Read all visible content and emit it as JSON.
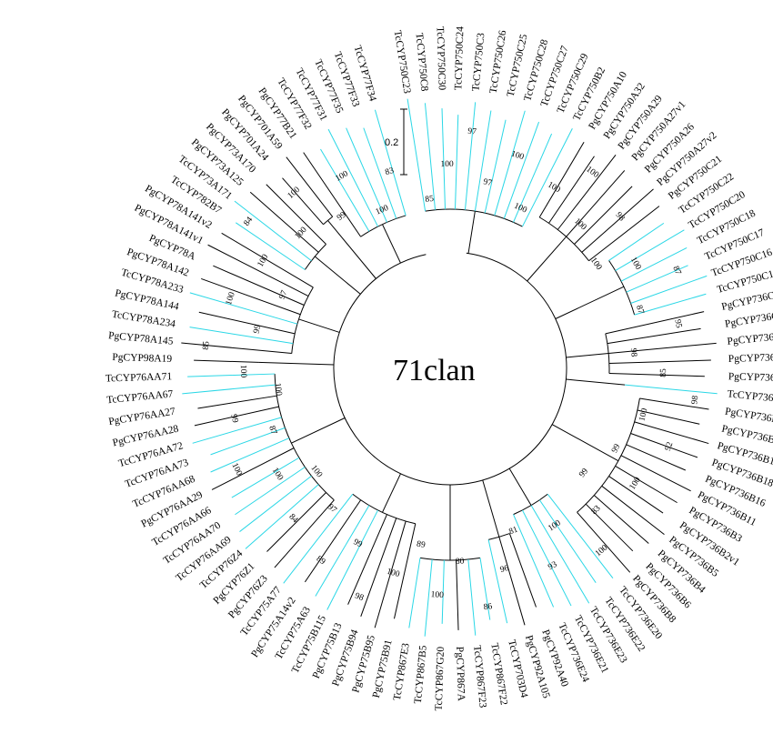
{
  "title": "71clan",
  "scale_bar": {
    "label": "0.2"
  },
  "colors": {
    "tc_branch": "#2ad7e6",
    "pg_branch": "#000000",
    "text": "#000000"
  },
  "leaves": [
    {
      "label": "TcCYP750C23",
      "color": "tc"
    },
    {
      "label": "TcCYP750C8",
      "color": "tc"
    },
    {
      "label": "TcCYP750C30",
      "color": "tc"
    },
    {
      "label": "TcCYP750C24",
      "color": "tc"
    },
    {
      "label": "TcCYP750C3",
      "color": "tc"
    },
    {
      "label": "TcCYP750C26",
      "color": "tc"
    },
    {
      "label": "TcCYP750C25",
      "color": "tc"
    },
    {
      "label": "TcCYP750C28",
      "color": "tc"
    },
    {
      "label": "TcCYP750C27",
      "color": "tc"
    },
    {
      "label": "TcCYP750C29",
      "color": "tc"
    },
    {
      "label": "TcCYP750B2",
      "color": "tc"
    },
    {
      "label": "PgCYP750A10",
      "color": "pg"
    },
    {
      "label": "PgCYP750A32",
      "color": "pg"
    },
    {
      "label": "PgCYP750A29",
      "color": "pg"
    },
    {
      "label": "PgCYP750A27v1",
      "color": "pg"
    },
    {
      "label": "PgCYP750A26",
      "color": "pg"
    },
    {
      "label": "PgCYP750A27v2",
      "color": "pg"
    },
    {
      "label": "PgCYP750C21",
      "color": "pg"
    },
    {
      "label": "TcCYP750C22",
      "color": "tc"
    },
    {
      "label": "TcCYP750C20",
      "color": "tc"
    },
    {
      "label": "TcCYP750C18",
      "color": "tc"
    },
    {
      "label": "TcCYP750C17",
      "color": "tc"
    },
    {
      "label": "TcCYP750C16",
      "color": "tc"
    },
    {
      "label": "TcCYP750C19",
      "color": "tc"
    },
    {
      "label": "PgCYP736C3v2",
      "color": "pg"
    },
    {
      "label": "PgCYP736C3v1",
      "color": "pg"
    },
    {
      "label": "PgCYP736C1",
      "color": "pg"
    },
    {
      "label": "PgCYP736C2",
      "color": "pg"
    },
    {
      "label": "PgCYP736C4",
      "color": "pg"
    },
    {
      "label": "TcCYP736C8",
      "color": "tc"
    },
    {
      "label": "PgCYP736B12",
      "color": "pg"
    },
    {
      "label": "PgCYP736B9",
      "color": "pg"
    },
    {
      "label": "PgCYP736B17",
      "color": "pg"
    },
    {
      "label": "PgCYP736B18",
      "color": "pg"
    },
    {
      "label": "PgCYP736B16",
      "color": "pg"
    },
    {
      "label": "PgCYP736B11",
      "color": "pg"
    },
    {
      "label": "PgCYP736B3",
      "color": "pg"
    },
    {
      "label": "PgCYP736B2v1",
      "color": "pg"
    },
    {
      "label": "PgCYP736B5",
      "color": "pg"
    },
    {
      "label": "PgCYP736B4",
      "color": "pg"
    },
    {
      "label": "PgCYP736B6",
      "color": "pg"
    },
    {
      "label": "PgCYP736B8",
      "color": "pg"
    },
    {
      "label": "TcCYP736E20",
      "color": "tc"
    },
    {
      "label": "TcCYP736E22",
      "color": "tc"
    },
    {
      "label": "TcCYP736E23",
      "color": "tc"
    },
    {
      "label": "TcCYP736E21",
      "color": "tc"
    },
    {
      "label": "TcCYP736E24",
      "color": "tc"
    },
    {
      "label": "PgCYP92A40",
      "color": "pg"
    },
    {
      "label": "PgCYP92A105",
      "color": "pg"
    },
    {
      "label": "TcCYP703D4",
      "color": "tc"
    },
    {
      "label": "TcCYP867F22",
      "color": "tc"
    },
    {
      "label": "TcCYP867F23",
      "color": "tc"
    },
    {
      "label": "PgCYP867A",
      "color": "pg"
    },
    {
      "label": "TcCYP867G20",
      "color": "tc"
    },
    {
      "label": "TcCYP867B5",
      "color": "tc"
    },
    {
      "label": "TcCYP867E3",
      "color": "tc"
    },
    {
      "label": "PgCYP75B91",
      "color": "pg"
    },
    {
      "label": "PgCYP75B95",
      "color": "pg"
    },
    {
      "label": "PgCYP75B94",
      "color": "pg"
    },
    {
      "label": "PgCYP75B13",
      "color": "pg"
    },
    {
      "label": "TcCYP75B115",
      "color": "tc"
    },
    {
      "label": "TcCYP75A63",
      "color": "tc"
    },
    {
      "label": "PgCYP75A14v2",
      "color": "pg"
    },
    {
      "label": "TcCYP75A77",
      "color": "tc"
    },
    {
      "label": "PgCYP76Z3",
      "color": "pg"
    },
    {
      "label": "PgCYP76Z1",
      "color": "pg"
    },
    {
      "label": "TcCYP76Z4",
      "color": "tc"
    },
    {
      "label": "TcCYP76AA69",
      "color": "tc"
    },
    {
      "label": "TcCYP76AA70",
      "color": "tc"
    },
    {
      "label": "TcCYP76AA66",
      "color": "tc"
    },
    {
      "label": "PgCYP76AA29",
      "color": "pg"
    },
    {
      "label": "TcCYP76AA68",
      "color": "tc"
    },
    {
      "label": "TcCYP76AA73",
      "color": "tc"
    },
    {
      "label": "TcCYP76AA72",
      "color": "tc"
    },
    {
      "label": "PgCYP76AA28",
      "color": "pg"
    },
    {
      "label": "PgCYP76AA27",
      "color": "pg"
    },
    {
      "label": "TcCYP76AA67",
      "color": "tc"
    },
    {
      "label": "TcCYP76AA71",
      "color": "tc"
    },
    {
      "label": "PgCYP98A19",
      "color": "pg"
    },
    {
      "label": "PgCYP78A145",
      "color": "pg"
    },
    {
      "label": "TcCYP78A234",
      "color": "tc"
    },
    {
      "label": "PgCYP78A144",
      "color": "pg"
    },
    {
      "label": "TcCYP78A233",
      "color": "tc"
    },
    {
      "label": "PgCYP78A142",
      "color": "pg"
    },
    {
      "label": "PgCYP78A",
      "color": "pg"
    },
    {
      "label": "PgCYP78A141v1",
      "color": "pg"
    },
    {
      "label": "PgCYP78A141v2",
      "color": "pg"
    },
    {
      "label": "TcCYP782B7",
      "color": "tc"
    },
    {
      "label": "TcCYP73A171",
      "color": "tc"
    },
    {
      "label": "PgCYP73A125",
      "color": "pg"
    },
    {
      "label": "PgCYP73A170",
      "color": "pg"
    },
    {
      "label": "PgCYP701A24",
      "color": "pg"
    },
    {
      "label": "PgCYP701A59",
      "color": "pg"
    },
    {
      "label": "PgCYP77B21",
      "color": "pg"
    },
    {
      "label": "TcCYP77F32",
      "color": "tc"
    },
    {
      "label": "TcCYP77F31",
      "color": "tc"
    },
    {
      "label": "TcCYP77F35",
      "color": "tc"
    },
    {
      "label": "TcCYP77F33",
      "color": "tc"
    },
    {
      "label": "TcCYP77F34",
      "color": "tc"
    }
  ],
  "bootstrap_values": [
    "85",
    "100",
    "97",
    "97",
    "100",
    "100",
    "100",
    "100",
    "100",
    "98",
    "100",
    "100",
    "87",
    "87",
    "95",
    "98",
    "85",
    "98",
    "100",
    "92",
    "99",
    "100",
    "99",
    "83",
    "100",
    "100",
    "93",
    "81",
    "96",
    "86",
    "80",
    "100",
    "89",
    "100",
    "98",
    "99",
    "89",
    "97",
    "84",
    "100",
    "100",
    "100",
    "87",
    "99",
    "100",
    "100",
    "85",
    "99",
    "100",
    "97",
    "100",
    "84",
    "100",
    "100",
    "99",
    "100",
    "100",
    "83"
  ]
}
